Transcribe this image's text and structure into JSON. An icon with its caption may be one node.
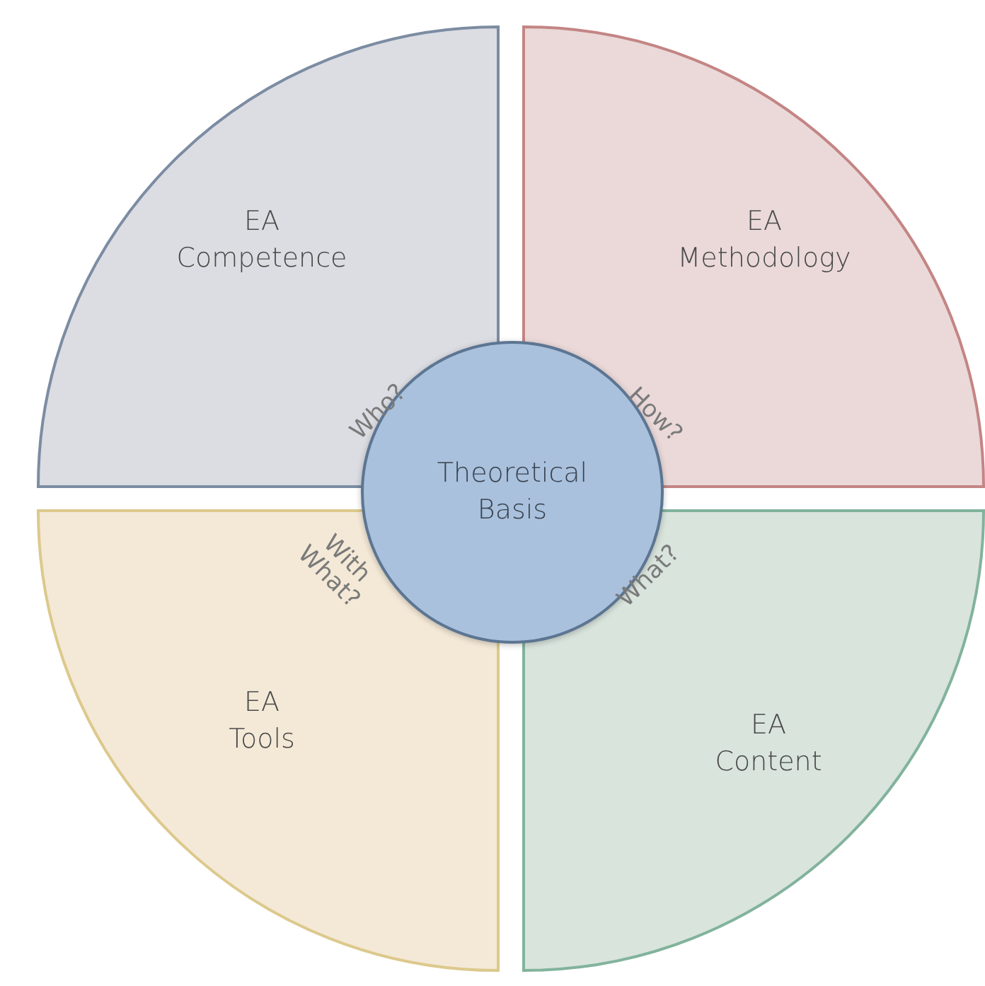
{
  "diagram": {
    "nodes": [
      {
        "text": [
          "EA Competence"
        ]
      },
      {
        "text": [
          "EA Methodology"
        ]
      },
      {
        "text": [
          "Theoretical Basis"
        ]
      },
      {
        "text": [
          "EA Tools"
        ]
      },
      {
        "text": [
          "EA Content"
        ]
      }
    ],
    "labels": [
      "Who?",
      "How?",
      "With What?",
      "What?"
    ]
  }
}
